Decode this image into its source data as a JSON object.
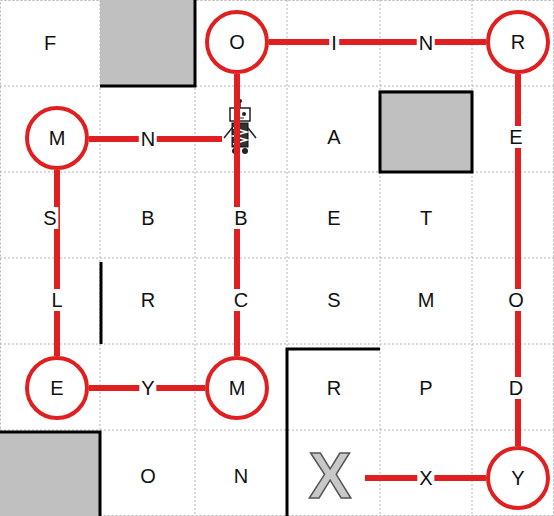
{
  "diagram": {
    "nodes": [
      {
        "text": [
          "O"
        ]
      },
      {
        "text": [
          "R"
        ]
      },
      {
        "text": [
          "M"
        ]
      },
      {
        "text": [
          "E"
        ]
      },
      {
        "text": [
          "M"
        ]
      },
      {
        "text": [
          "Y"
        ]
      }
    ],
    "edges": [
      {
        "from": 2,
        "to": 3,
        "arrow": "none"
      },
      {
        "from": 3,
        "to": 4,
        "arrow": "none"
      },
      {
        "from": 4,
        "to": 0,
        "arrow": "none"
      },
      {
        "from": 0,
        "to": 1,
        "arrow": "none"
      },
      {
        "from": 1,
        "to": 5,
        "arrow": "none"
      }
    ],
    "labels": [
      "F",
      "I",
      "N",
      "N",
      "A",
      "E",
      "S",
      "B",
      "B",
      "E",
      "T",
      "L",
      "R",
      "C",
      "S",
      "M",
      "O",
      "Y",
      "R",
      "P",
      "D",
      "O",
      "N",
      "X",
      "X"
    ]
  }
}
